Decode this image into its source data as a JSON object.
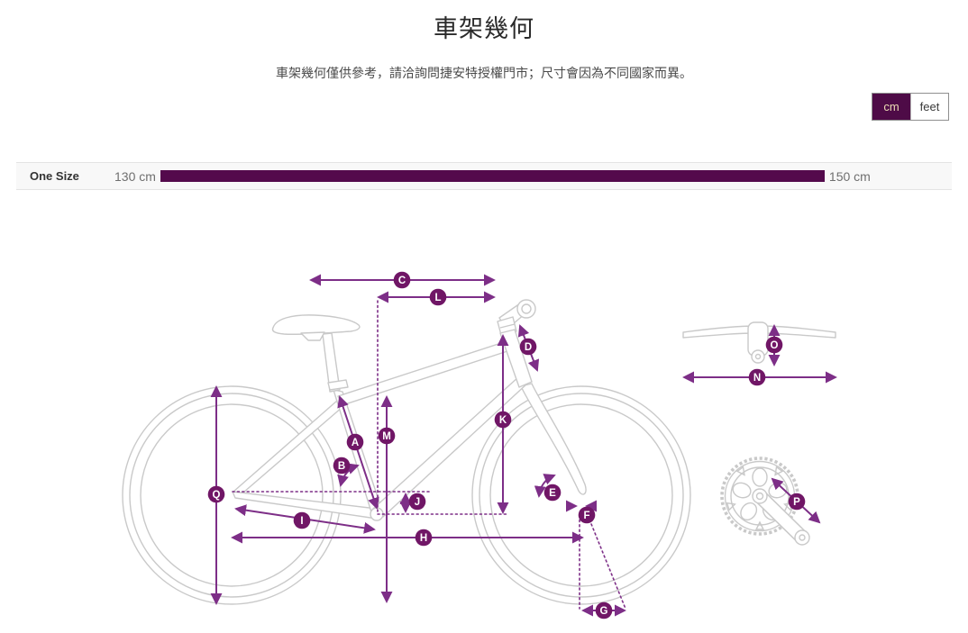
{
  "page": {
    "title": "車架幾何",
    "subtitle": "車架幾何僅供參考，請洽詢問捷安特授權門市；尺寸會因為不同國家而異。"
  },
  "unit_toggle": {
    "cm_label": "cm",
    "feet_label": "feet",
    "active": "cm"
  },
  "size_table": {
    "rows": [
      {
        "size": "One Size",
        "min": "130 cm",
        "max": "150 cm"
      }
    ]
  },
  "colors": {
    "accent_bar": "#540a4c",
    "toggle_active_bg": "#4e0b47",
    "toggle_active_text": "#ecdcb4",
    "arrow": "#7d2e87",
    "label_circle": "#701666",
    "bike_outline": "#c9c9c9"
  },
  "diagram": {
    "description": "bike-frame-geometry-diagram",
    "labels": {
      "A": "A",
      "B": "B",
      "C": "C",
      "D": "D",
      "E": "E",
      "F": "F",
      "G": "G",
      "H": "H",
      "I": "I",
      "J": "J",
      "K": "K",
      "L": "L",
      "M": "M",
      "N": "N",
      "O": "O",
      "P": "P",
      "Q": "Q"
    }
  }
}
